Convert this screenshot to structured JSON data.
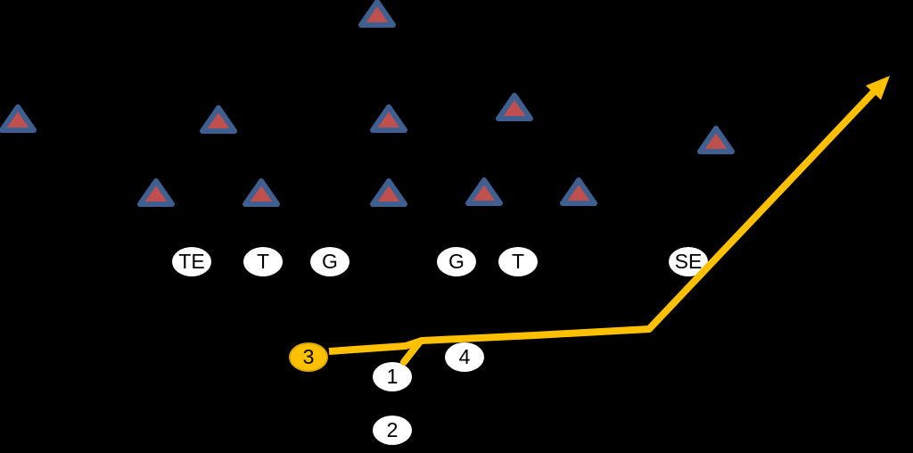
{
  "diagram_title": "Football play diagram",
  "colors": {
    "background": "#000000",
    "defense_fill": "#C0504D",
    "defense_outline": "#3E5F90",
    "offense_fill": "#FFFFFF",
    "label_text": "#000000",
    "route": "#FFC000",
    "ball_carrier_fill": "#FFC000"
  },
  "defense": {
    "symbol": "triangle",
    "count": 11
  },
  "offense_line": {
    "te": "TE",
    "lt": "T",
    "lg": "G",
    "rg": "G",
    "rt": "T",
    "se": "SE"
  },
  "backfield": {
    "num3": "3",
    "num1": "1",
    "num4": "4",
    "num2": "2"
  }
}
